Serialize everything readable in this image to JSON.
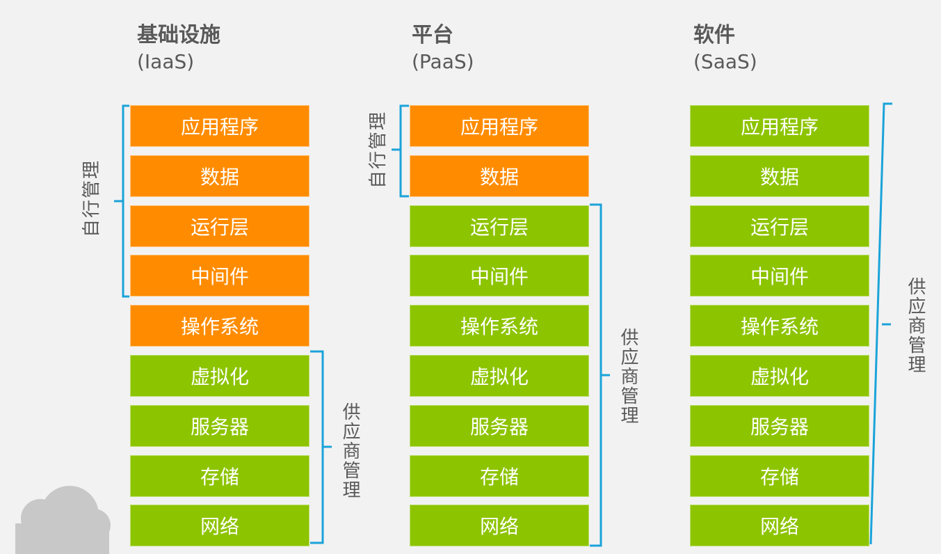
{
  "colors": {
    "self_managed": "#ff8c00",
    "vendor_managed": "#8dc400",
    "bracket": "#1aa3d9",
    "text": "#595959",
    "cloud": "#c8c8c8"
  },
  "columns": [
    {
      "title": "基础设施",
      "subtitle": "(IaaS)",
      "layers": [
        {
          "label": "应用程序",
          "managed_by": "self"
        },
        {
          "label": "数据",
          "managed_by": "self"
        },
        {
          "label": "运行层",
          "managed_by": "self"
        },
        {
          "label": "中间件",
          "managed_by": "self"
        },
        {
          "label": "操作系统",
          "managed_by": "self"
        },
        {
          "label": "虚拟化",
          "managed_by": "vendor"
        },
        {
          "label": "服务器",
          "managed_by": "vendor"
        },
        {
          "label": "存储",
          "managed_by": "vendor"
        },
        {
          "label": "网络",
          "managed_by": "vendor"
        }
      ],
      "self_label": "自行管理",
      "vendor_label": "供应商管理"
    },
    {
      "title": "平台",
      "subtitle": "(PaaS)",
      "layers": [
        {
          "label": "应用程序",
          "managed_by": "self"
        },
        {
          "label": "数据",
          "managed_by": "self"
        },
        {
          "label": "运行层",
          "managed_by": "vendor"
        },
        {
          "label": "中间件",
          "managed_by": "vendor"
        },
        {
          "label": "操作系统",
          "managed_by": "vendor"
        },
        {
          "label": "虚拟化",
          "managed_by": "vendor"
        },
        {
          "label": "服务器",
          "managed_by": "vendor"
        },
        {
          "label": "存储",
          "managed_by": "vendor"
        },
        {
          "label": "网络",
          "managed_by": "vendor"
        }
      ],
      "self_label": "自行管理",
      "vendor_label": "供应商管理"
    },
    {
      "title": "软件",
      "subtitle": "(SaaS)",
      "layers": [
        {
          "label": "应用程序",
          "managed_by": "vendor"
        },
        {
          "label": "数据",
          "managed_by": "vendor"
        },
        {
          "label": "运行层",
          "managed_by": "vendor"
        },
        {
          "label": "中间件",
          "managed_by": "vendor"
        },
        {
          "label": "操作系统",
          "managed_by": "vendor"
        },
        {
          "label": "虚拟化",
          "managed_by": "vendor"
        },
        {
          "label": "服务器",
          "managed_by": "vendor"
        },
        {
          "label": "存储",
          "managed_by": "vendor"
        },
        {
          "label": "网络",
          "managed_by": "vendor"
        }
      ],
      "vendor_label": "供应商管理"
    }
  ]
}
